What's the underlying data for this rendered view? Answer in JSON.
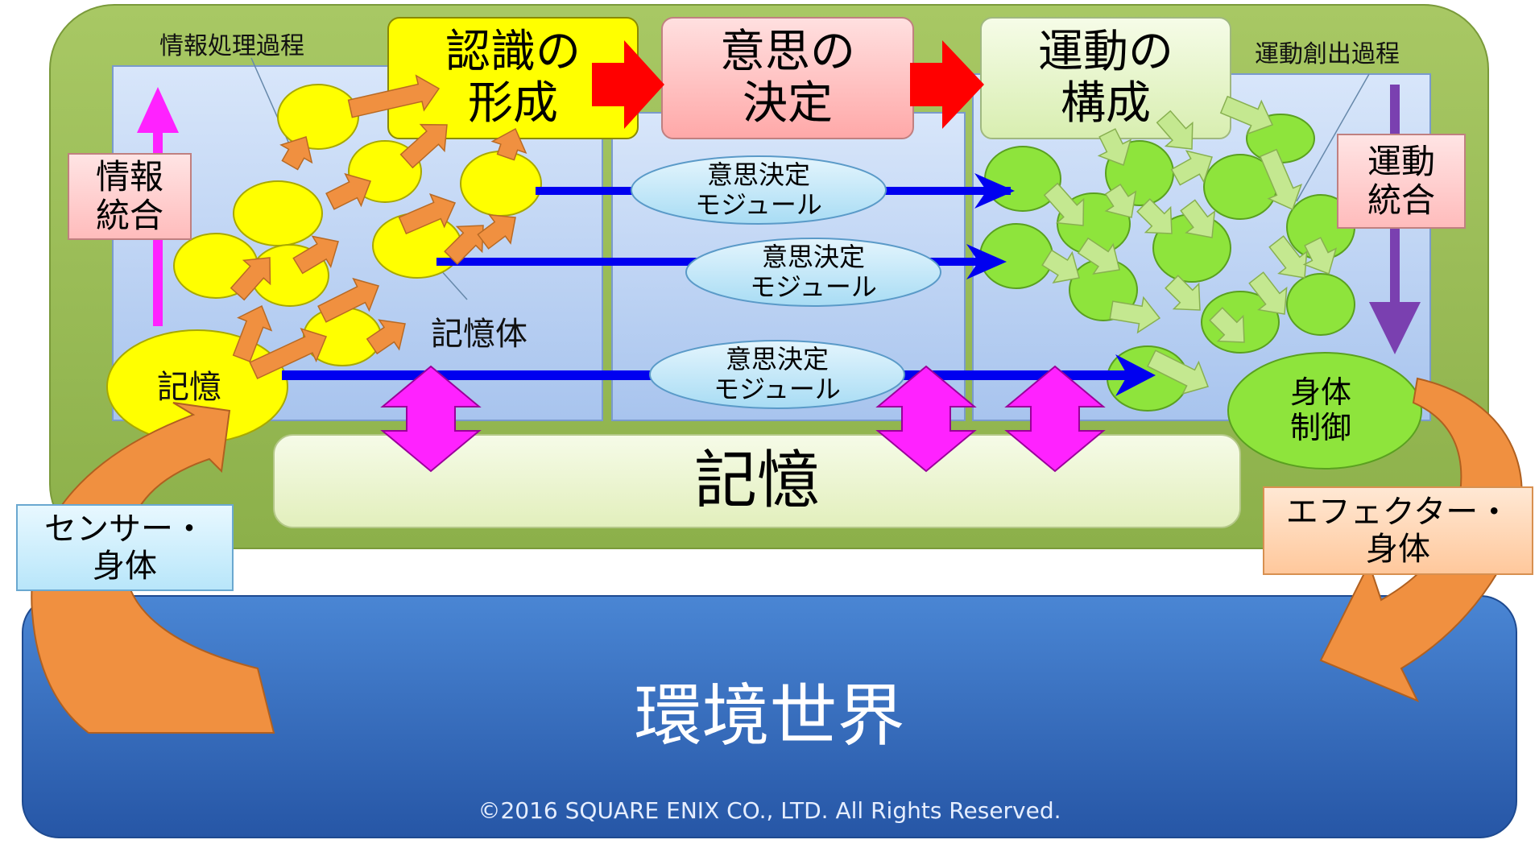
{
  "diagram": {
    "stages": {
      "recognition": "認識の\n形成",
      "decision": "意思の\n決定",
      "motion": "運動の\n構成"
    },
    "labels": {
      "info_process": "情報処理過程",
      "motion_process": "運動創出過程",
      "memory_body": "記憶体",
      "memory_node": "記憶",
      "body_control": "身体\n制御",
      "memory_bar": "記憶",
      "decision_module": "意思決定\nモジュール"
    },
    "side_boxes": {
      "info_integration": "情報\n統合",
      "motion_integration": "運動\n統合",
      "sensor_body": "センサー・\n身体",
      "effector_body": "エフェクター・\n身体"
    },
    "environment": {
      "title": "環境世界",
      "copyright": "©2016 SQUARE ENIX CO., LTD. All Rights Reserved."
    },
    "colors": {
      "outer_panel": "#98bc54",
      "env_blue": "#2e64b4",
      "recognition_yellow": "#ffff00",
      "decision_pink": "#ffc8c8",
      "motion_green": "#8ee43c",
      "orange_arrow": "#f09040",
      "magenta": "#ff22ff",
      "blue_arrow": "#0000f0",
      "red_arrow": "#ff0000"
    }
  }
}
